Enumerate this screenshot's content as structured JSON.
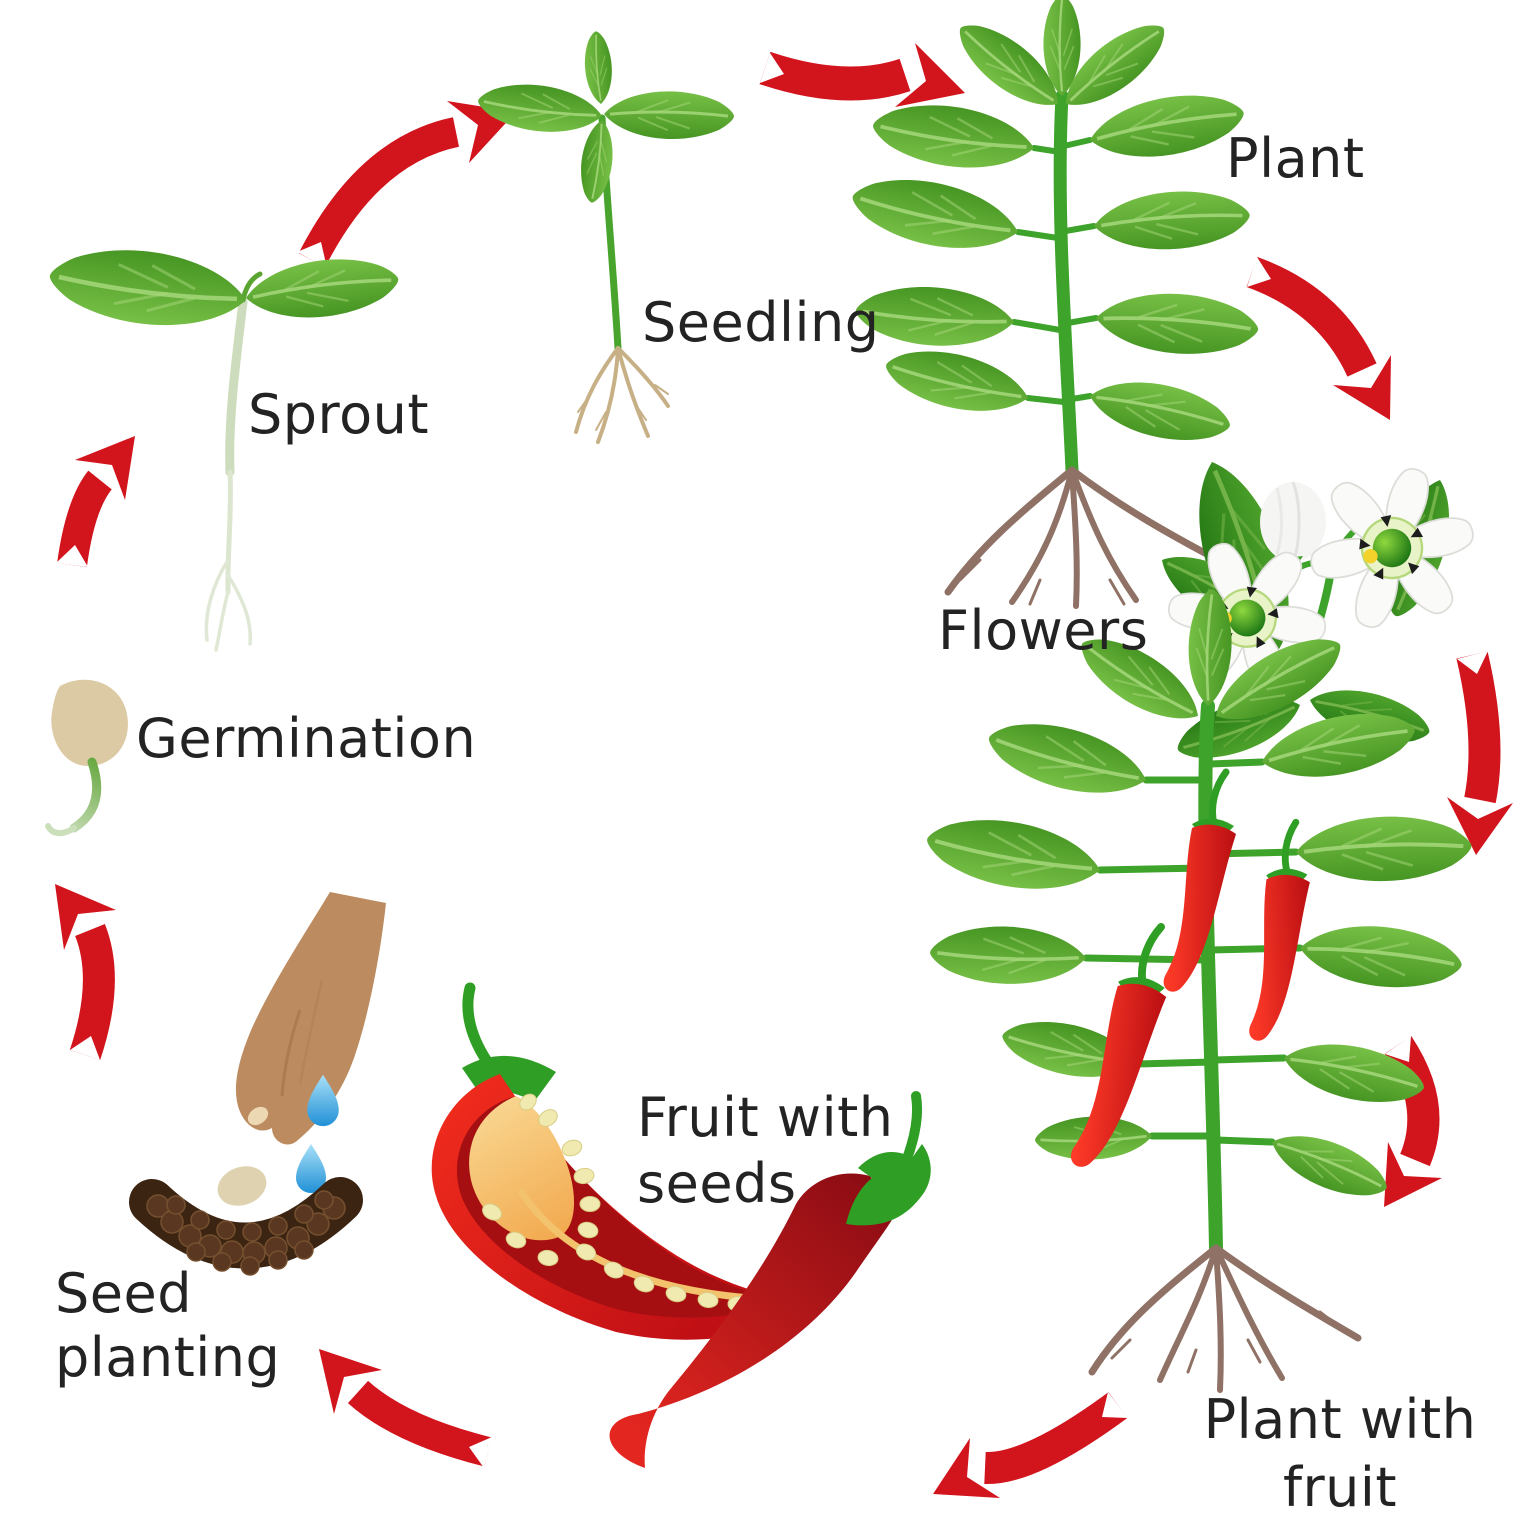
{
  "labels": {
    "sprout": "Sprout",
    "seedling": "Seedling",
    "plant": "Plant",
    "flowers": "Flowers",
    "germination": "Germination",
    "seed_planting_line1": "Seed",
    "seed_planting_line2": "planting",
    "fruit_with_seeds_line1": "Fruit with",
    "fruit_with_seeds_line2": "seeds",
    "plant_with_fruit_line1": "Plant with",
    "plant_with_fruit_line2": "fruit"
  },
  "cycle_order": [
    "Seed planting",
    "Germination",
    "Sprout",
    "Seedling",
    "Plant",
    "Flowers",
    "Plant with fruit",
    "Fruit with seeds"
  ],
  "colors": {
    "arrow_red": "#d2141d",
    "leaf_light_green": "#82c94e",
    "leaf_dark_green": "#3c8c1b",
    "stem_green": "#3da32a",
    "calyx_green": "#2f9e24",
    "root_brown": "#8f7265",
    "root_tan": "#c7b086",
    "sprout_stem_pale": "#cddcbc",
    "chili_bright_red": "#e81f16",
    "chili_dark_red": "#8e0d14",
    "cut_face_red": "#a50f12",
    "placenta_orange": "#f2a94e",
    "seed_pale_yellow": "#f1eab0",
    "soil_dark_brown": "#3c2413",
    "pebble_brown": "#5a3720",
    "hand_tan": "#bc8c60",
    "water_blue": "#2795dd",
    "seed_coat_tan": "#dccaa4",
    "flower_white": "#fafaf8",
    "flower_center_green": "#1a7413",
    "text": "#232323",
    "background": "#ffffff"
  }
}
